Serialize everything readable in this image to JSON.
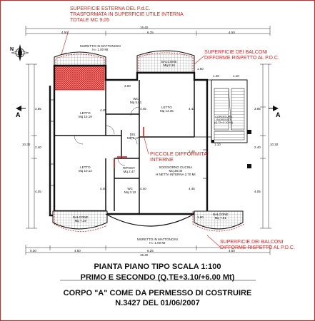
{
  "annotations": {
    "surface_1": "SUPERFICIE ESTERNA DEL P.d.C.",
    "surface_2": "TRASFORMATA IN SUPERFICIE UTILE INTERNA",
    "surface_3": "TOTALE MC 9,05",
    "balconi_top_1": "SUPERFICIE DEI BALCONI",
    "balconi_top_2": "DIFFORME RISPETTO AL P.D.C.",
    "piccole_1": "PICCOLE DIFFORMITA'",
    "piccole_2": "INTERNE",
    "balconi_bottom_1": "SUPERFICIE DEI BALCONI",
    "balconi_bottom_2": "DIFFORME RISPETTO AL P.D.C."
  },
  "rooms": {
    "muretto_top": "MURETTO IN MATTONCINI",
    "muretto_top_h": "H= 1.00 Mt",
    "balcone_top": "BALCONE",
    "balcone_top_mq": "Mq 8.16",
    "letto1": "LETTO",
    "letto1_mq": "Mq 15.19",
    "wc1": "WC",
    "wc1_mq": "Mq 5.81",
    "letto2": "LETTO",
    "letto2_mq": "Mq 14.36",
    "cop1": "COPERTURA",
    "cop2": "INGRESSO",
    "cop3": "(Q.TA+3.10 Mt)",
    "dis": "DIS.",
    "dis_mq": "Mq 6.17",
    "letto3": "LETTO",
    "letto3_mq": "Mq 10.12",
    "ripost": "RIPOST.",
    "ripost_mq": "Mq 2.47",
    "sogg1": "SOGGIORNO CUCINA",
    "sogg2": "Mq 38.00",
    "sogg3": "H NETTA INTERNA 2.70 Mt",
    "wc2": "WC",
    "wc2_mq": "Mq 3.12",
    "balcone_bl": "BALCONE",
    "balcone_bl_mq": "Mq 7.19",
    "balcone_br": "BALCONE",
    "balcone_br_mq": "Mq 7.81",
    "muretto_bottom": "MURETTO IN MATTONCINI",
    "muretto_bottom_h": "H= 1.00 Mt"
  },
  "dims": {
    "top_total": "15.40",
    "top_a": "4.50",
    "top_b": "6.25",
    "top_c": "4.50",
    "bot_total": "15.40",
    "bot_a": "0.30",
    "bot_b": "4.50",
    "bot_c": "6.25",
    "bot_d": "4.50",
    "left_total": "10.30",
    "left_a": "3.85",
    "left_b": "2.40",
    "left_c": "4.05",
    "right_total": "10.30",
    "right_a": "3.85",
    "right_b": "2.40",
    "right_c": "4.05",
    "r1": "1.60",
    "r2": "1.40",
    "r3": "1.10",
    "r4": "1.10",
    "r5": "1.60",
    "i1": "4.45",
    "i2": "3.00",
    "i3": "4.43",
    "i4": "4.45",
    "i5": "4.45",
    "i6": "4.40",
    "i7": "2.40",
    "i8": "4.45"
  },
  "section_marks": {
    "left": "A",
    "right": "A"
  },
  "compass": "N",
  "titles": {
    "line1": "PIANTA PIANO TIPO SCALA 1:100",
    "line2": "PRIMO E SECONDO (Q.TE+3.10/+6.00 Mt)",
    "line3": "CORPO \"A\" COME DA PERMESSO DI COSTRUIRE",
    "line4": "N.3427 DEL 01/06/2007"
  },
  "colors": {
    "accent_red": "#e0201c",
    "line": "#111111"
  }
}
